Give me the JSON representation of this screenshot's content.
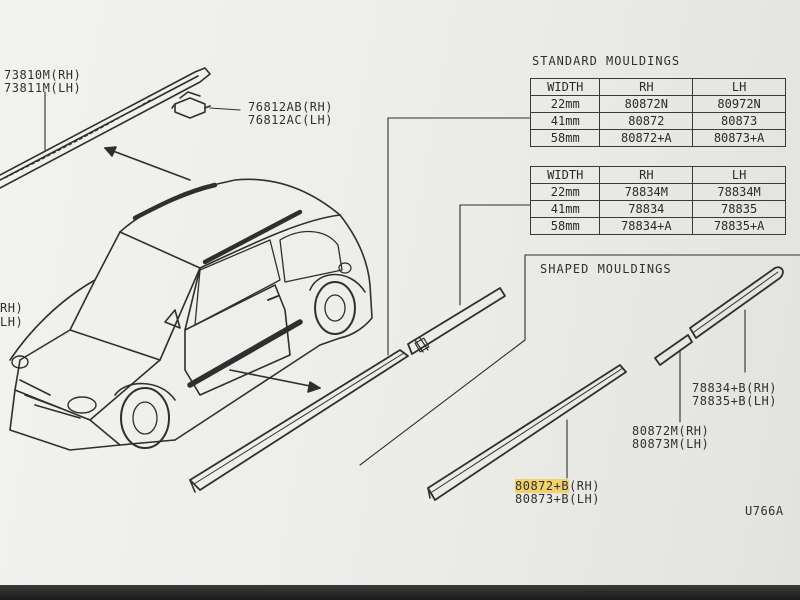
{
  "roof_rail_label": {
    "rh": "73810M(RH)",
    "lh": "73811M(LH)"
  },
  "clip_label": {
    "rh": "76812AB(RH)",
    "lh": "76812AC(LH)"
  },
  "left_edge_label": {
    "rh": "RH)",
    "lh": "LH)"
  },
  "standard_mouldings": {
    "title": "STANDARD MOULDINGS",
    "table1": {
      "headers": [
        "WIDTH",
        "RH",
        "LH"
      ],
      "rows": [
        [
          "22mm",
          "80872N",
          "80972N"
        ],
        [
          "41mm",
          "80872",
          "80873"
        ],
        [
          "58mm",
          "80872+A",
          "80873+A"
        ]
      ]
    },
    "table2": {
      "headers": [
        "WIDTH",
        "RH",
        "LH"
      ],
      "rows": [
        [
          "22mm",
          "78834M",
          "78834M"
        ],
        [
          "41mm",
          "78834",
          "78835"
        ],
        [
          "58mm",
          "78834+A",
          "78835+A"
        ]
      ]
    }
  },
  "shaped_mouldings": {
    "title": "SHAPED MOULDINGS",
    "rear_label": {
      "rh": "78834+B(RH)",
      "lh": "78835+B(LH)"
    },
    "mid_label": {
      "rh": "80872M(RH)",
      "lh": "80873M(LH)"
    },
    "door_label": {
      "rh_part": "80872+B",
      "rh_suffix": "(RH)",
      "lh": "80873+B(LH)"
    }
  },
  "diagram_code": "U766A",
  "colors": {
    "paper": "#efefec",
    "ink": "#2f2f2f",
    "highlight": "#f2d36a",
    "bezel": "#222222"
  }
}
